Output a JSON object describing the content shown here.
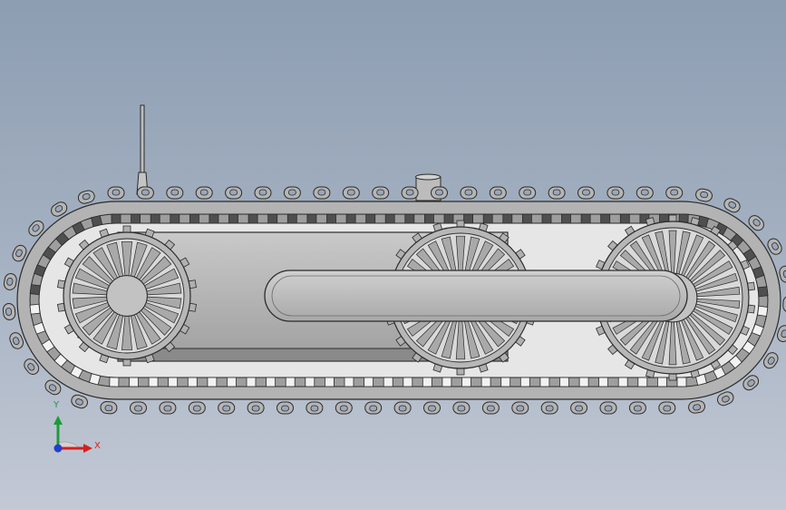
{
  "window": {
    "title": ""
  },
  "model": {
    "name": "",
    "components": [
      "track-assembly",
      "chassis-plate",
      "drive-sprocket",
      "idler-sprocket",
      "road-wheel-sprocket",
      "swing-arm",
      "antenna",
      "camera-post"
    ]
  },
  "triad": {
    "x_label": "X",
    "y_label": "Y"
  },
  "colors": {
    "background_top": "#8d9db2",
    "background_bottom": "#c3c9d5",
    "part_fill": "#b7b7b7",
    "part_edge": "#2b2b2b",
    "axis_x": "#d42020",
    "axis_y": "#1f9a3a",
    "axis_z": "#1f3fd0"
  }
}
